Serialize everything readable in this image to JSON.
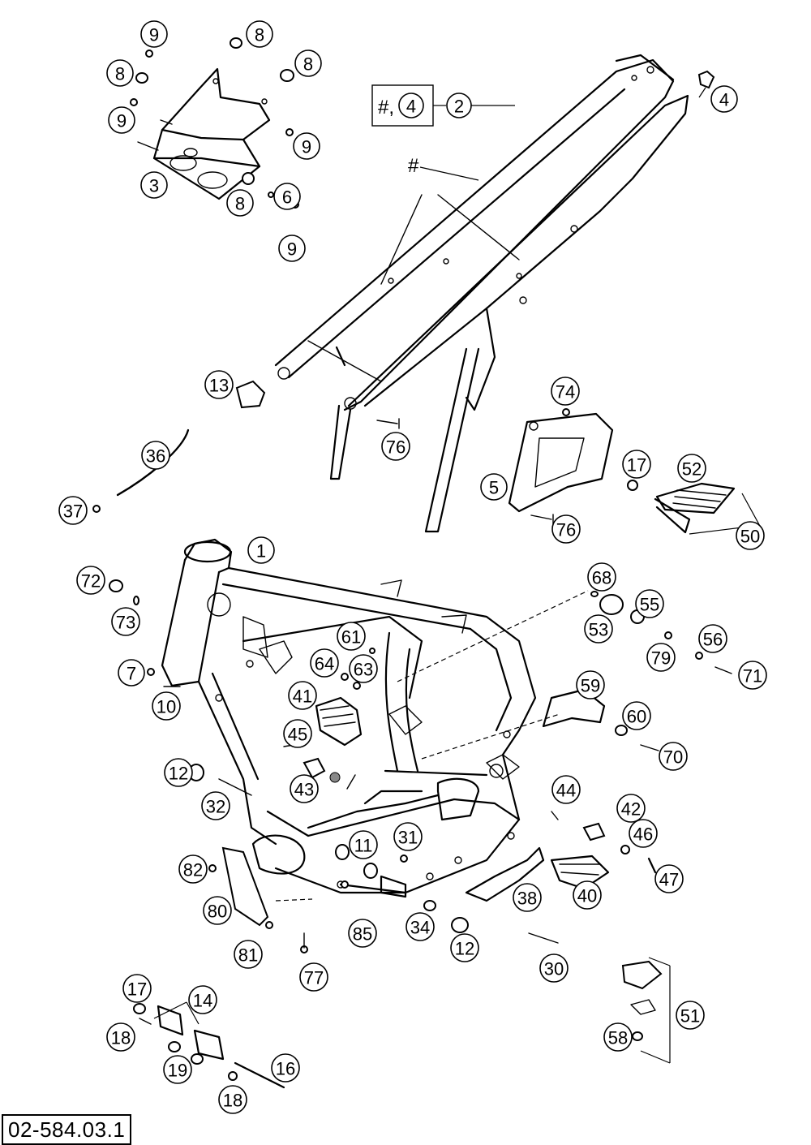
{
  "drawing_number": "02-584.03.1",
  "frame_group_label": {
    "hash": "#,",
    "part": "4",
    "ref": "2"
  },
  "frame_hash_mark": "#",
  "callouts": [
    {
      "id": "c-9a",
      "text": "9"
    },
    {
      "id": "c-8a",
      "text": "8"
    },
    {
      "id": "c-8b",
      "text": "8"
    },
    {
      "id": "c-8c",
      "text": "8"
    },
    {
      "id": "c-9b",
      "text": "9"
    },
    {
      "id": "c-9c",
      "text": "9"
    },
    {
      "id": "c-3",
      "text": "3"
    },
    {
      "id": "c-6",
      "text": "6"
    },
    {
      "id": "c-8d",
      "text": "8"
    },
    {
      "id": "c-9d",
      "text": "9"
    },
    {
      "id": "c-4",
      "text": "4"
    },
    {
      "id": "c-13",
      "text": "13"
    },
    {
      "id": "c-74",
      "text": "74"
    },
    {
      "id": "c-76a",
      "text": "76"
    },
    {
      "id": "c-36",
      "text": "36"
    },
    {
      "id": "c-5",
      "text": "5"
    },
    {
      "id": "c-17a",
      "text": "17"
    },
    {
      "id": "c-52",
      "text": "52"
    },
    {
      "id": "c-37",
      "text": "37"
    },
    {
      "id": "c-76b",
      "text": "76"
    },
    {
      "id": "c-50",
      "text": "50"
    },
    {
      "id": "c-1",
      "text": "1"
    },
    {
      "id": "c-68",
      "text": "68"
    },
    {
      "id": "c-72",
      "text": "72"
    },
    {
      "id": "c-55",
      "text": "55"
    },
    {
      "id": "c-53",
      "text": "53"
    },
    {
      "id": "c-73",
      "text": "73"
    },
    {
      "id": "c-61",
      "text": "61"
    },
    {
      "id": "c-56",
      "text": "56"
    },
    {
      "id": "c-79",
      "text": "79"
    },
    {
      "id": "c-64",
      "text": "64"
    },
    {
      "id": "c-63",
      "text": "63"
    },
    {
      "id": "c-7",
      "text": "7"
    },
    {
      "id": "c-71",
      "text": "71"
    },
    {
      "id": "c-59",
      "text": "59"
    },
    {
      "id": "c-10",
      "text": "10"
    },
    {
      "id": "c-41",
      "text": "41"
    },
    {
      "id": "c-60",
      "text": "60"
    },
    {
      "id": "c-45",
      "text": "45"
    },
    {
      "id": "c-70",
      "text": "70"
    },
    {
      "id": "c-12a",
      "text": "12"
    },
    {
      "id": "c-43",
      "text": "43"
    },
    {
      "id": "c-44",
      "text": "44"
    },
    {
      "id": "c-32",
      "text": "32"
    },
    {
      "id": "c-42",
      "text": "42"
    },
    {
      "id": "c-46",
      "text": "46"
    },
    {
      "id": "c-11",
      "text": "11"
    },
    {
      "id": "c-31",
      "text": "31"
    },
    {
      "id": "c-82",
      "text": "82"
    },
    {
      "id": "c-47",
      "text": "47"
    },
    {
      "id": "c-38",
      "text": "38"
    },
    {
      "id": "c-40",
      "text": "40"
    },
    {
      "id": "c-80",
      "text": "80"
    },
    {
      "id": "c-85",
      "text": "85"
    },
    {
      "id": "c-34",
      "text": "34"
    },
    {
      "id": "c-12b",
      "text": "12"
    },
    {
      "id": "c-81",
      "text": "81"
    },
    {
      "id": "c-30",
      "text": "30"
    },
    {
      "id": "c-77",
      "text": "77"
    },
    {
      "id": "c-17b",
      "text": "17"
    },
    {
      "id": "c-14",
      "text": "14"
    },
    {
      "id": "c-51",
      "text": "51"
    },
    {
      "id": "c-18a",
      "text": "18"
    },
    {
      "id": "c-58",
      "text": "58"
    },
    {
      "id": "c-19",
      "text": "19"
    },
    {
      "id": "c-16",
      "text": "16"
    },
    {
      "id": "c-18b",
      "text": "18"
    }
  ]
}
